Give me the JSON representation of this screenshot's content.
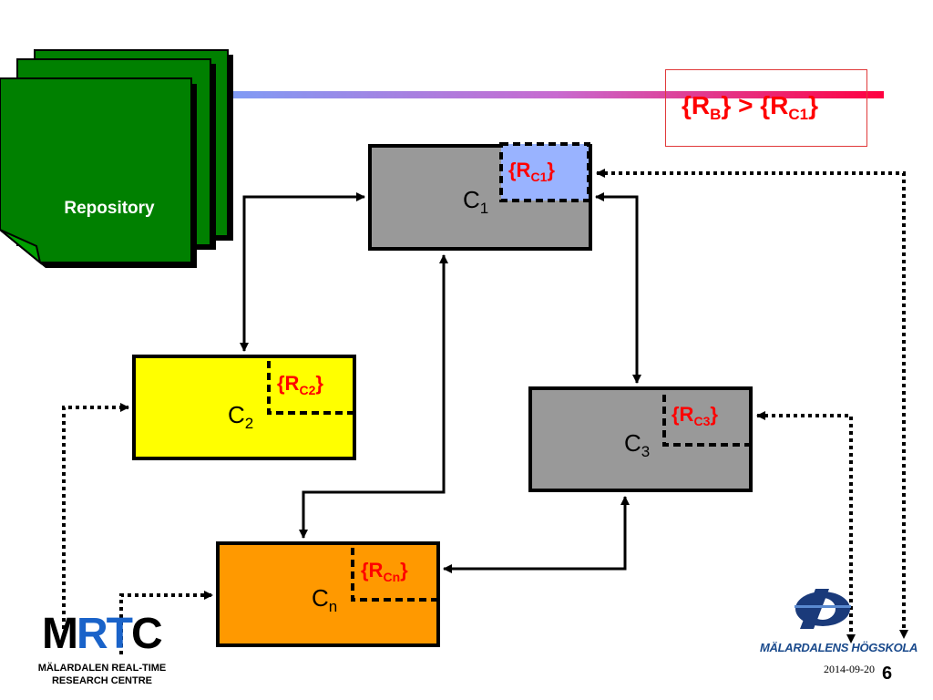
{
  "repository": {
    "label": "Repository"
  },
  "condition": {
    "lhs_base": "{R",
    "lhs_sub": "B",
    "mid": "} > {R",
    "rhs_sub": "C1",
    "end": "}"
  },
  "components": {
    "c1": {
      "base": "C",
      "sub": "1",
      "res_base": "{R",
      "res_sub": "C1",
      "res_end": "}"
    },
    "c2": {
      "base": "C",
      "sub": "2",
      "res_base": "{R",
      "res_sub": "C2",
      "res_end": "}"
    },
    "c3": {
      "base": "C",
      "sub": "3",
      "res_base": "{R",
      "res_sub": "C3",
      "res_end": "}"
    },
    "cn": {
      "base": "C",
      "sub": "n",
      "res_base": "{R",
      "res_sub": "Cn",
      "res_end": "}"
    }
  },
  "footer": {
    "mrtc_m": "M",
    "mrtc_r": "R",
    "mrtc_t": "T",
    "mrtc_c": "C",
    "mrtc_line1": "MÄLARDALEN REAL-TIME",
    "mrtc_line2": "RESEARCH CENTRE",
    "mdh_name": "MÄLARDALENS HÖGSKOLA",
    "date": "2014-09-20",
    "page_number": "6"
  },
  "colors": {
    "repository_green": "#008000",
    "c1_fill": "#999999",
    "c1_res_fill": "#99b3ff",
    "c2_fill": "#ffff00",
    "c3_fill": "#999999",
    "cn_fill": "#ff9900",
    "resource_text": "#ff0000",
    "bar_start": "#7f9cf5",
    "bar_end": "#ff0040"
  }
}
